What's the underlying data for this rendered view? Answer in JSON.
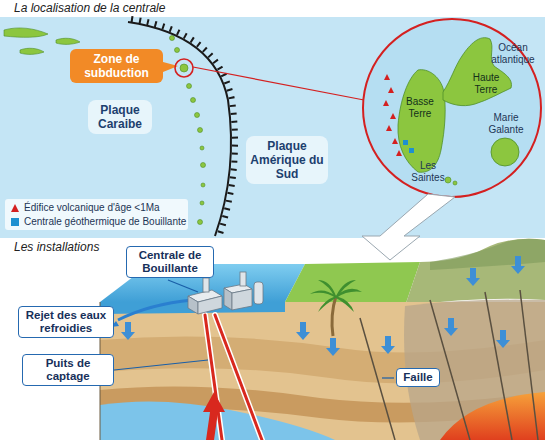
{
  "diagram": {
    "title": "La localisation de la centrale",
    "nodes": [
      {
        "text": [
          "Zone de subduction"
        ]
      },
      {
        "text": [
          "Plaque Caraibe"
        ]
      },
      {
        "text": [
          "Plaque Amérique du Sud"
        ]
      },
      {
        "text": [
          "Centrale de Bouillante"
        ]
      },
      {
        "text": [
          "Rejet des eaux refroidies"
        ]
      },
      {
        "text": [
          "Puits de captage"
        ]
      },
      {
        "text": [
          "Faille"
        ]
      }
    ],
    "labels": [
      "Océan atlantique",
      "Haute Terre",
      "Basse Terre",
      "Marie Galante",
      "Les Saintes",
      "Les installations"
    ],
    "legend": [
      {
        "text": "Édifice volcanique d'âge <1Ma"
      },
      {
        "text": "Centrale géothermique de Bouillante",
        "color": "#1e90d0"
      }
    ]
  }
}
